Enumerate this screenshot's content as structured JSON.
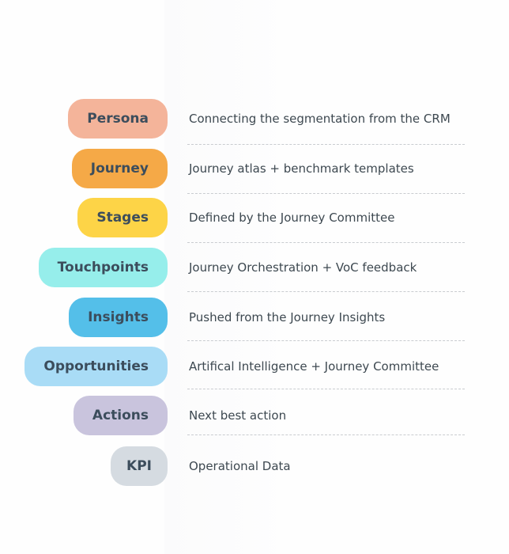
{
  "rows": [
    {
      "label": "Persona",
      "description": "Connecting the segmentation from the CRM",
      "color": "#f4b49a"
    },
    {
      "label": "Journey",
      "description": "Journey atlas + benchmark templates",
      "color": "#f5a947"
    },
    {
      "label": "Stages",
      "description": "Defined by the Journey Committee",
      "color": "#fdd447"
    },
    {
      "label": "Touchpoints",
      "description": "Journey Orchestration + VoC feedback",
      "color": "#96eeeb"
    },
    {
      "label": "Insights",
      "description": "Pushed from the Journey Insights",
      "color": "#54bfe9"
    },
    {
      "label": "Opportunities",
      "description": "Artifical Intelligence + Journey Committee",
      "color": "#a9dcf6"
    },
    {
      "label": "Actions",
      "description": "Next best action",
      "color": "#c9c4dd"
    },
    {
      "label": "KPI",
      "description": "Operational Data",
      "color": "#d5dbe1"
    }
  ]
}
